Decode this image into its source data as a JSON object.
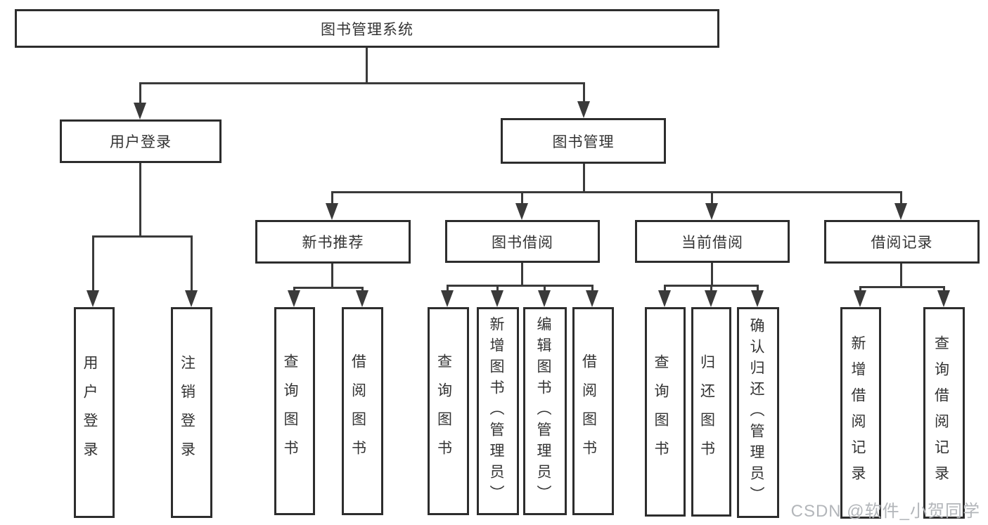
{
  "tree": {
    "root": "图书管理系统",
    "branches": [
      {
        "label": "用户登录",
        "leaves": [
          "用户登录",
          "注销登录"
        ]
      },
      {
        "label": "图书管理",
        "groups": [
          {
            "label": "新书推荐",
            "leaves": [
              "查询图书",
              "借阅图书"
            ]
          },
          {
            "label": "图书借阅",
            "leaves": [
              "查询图书",
              "新增图书（管理员）",
              "编辑图书（管理员）",
              "借阅图书"
            ]
          },
          {
            "label": "当前借阅",
            "leaves": [
              "查询图书",
              "归还图书",
              "确认归还（管理员）"
            ]
          },
          {
            "label": "借阅记录",
            "leaves": [
              "新增借阅记录",
              "查询借阅记录"
            ]
          }
        ]
      }
    ]
  },
  "watermark": "CSDN @软件_小贺同学",
  "colors": {
    "line": "#3a3a3a",
    "box_border": "#2d2d2d",
    "text": "#333333",
    "watermark": "#b3b6ba",
    "background": "#ffffff"
  }
}
